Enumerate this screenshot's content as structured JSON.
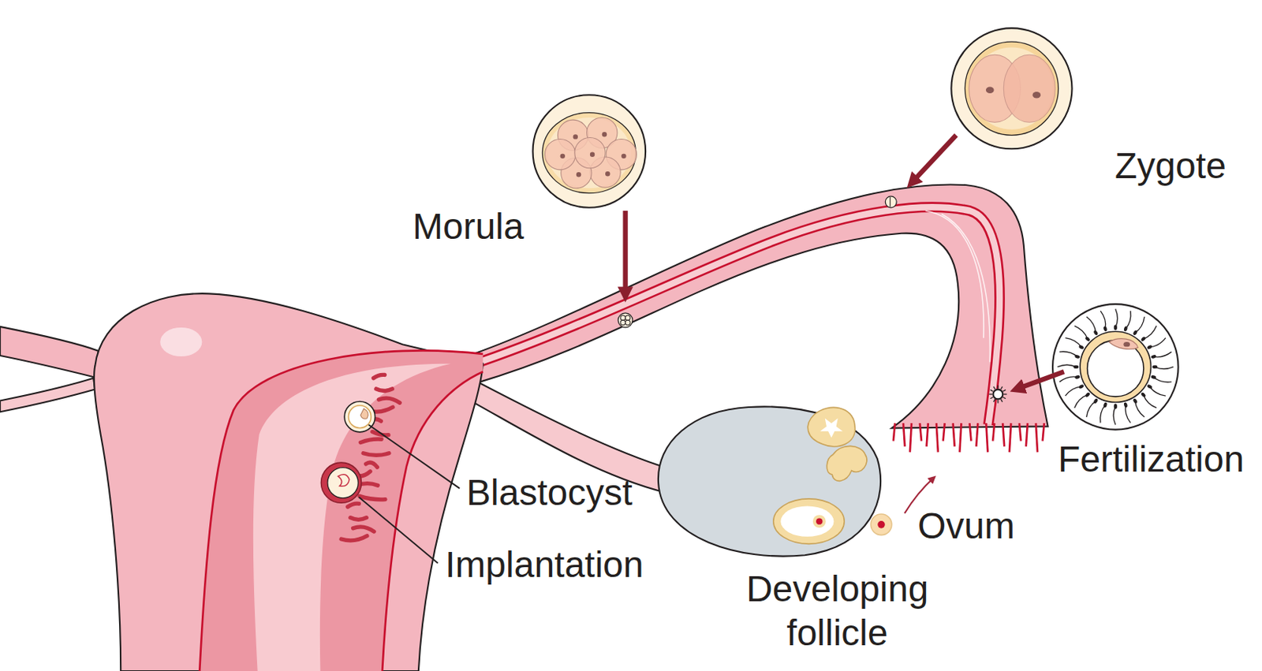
{
  "diagram": {
    "labels": [
      "Morula",
      "Zygote",
      "Fertilization",
      "Blastocyst",
      "Implantation",
      "Ovum",
      "Developing follicle"
    ]
  }
}
